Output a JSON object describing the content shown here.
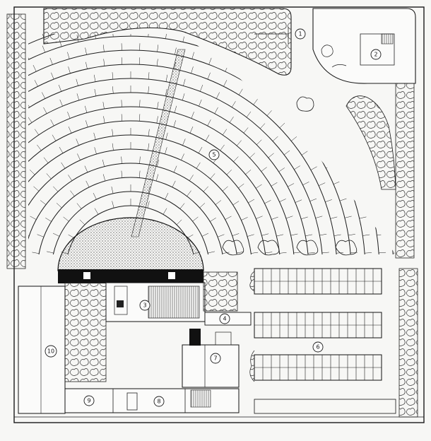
{
  "plan": {
    "labels": [
      "1",
      "2",
      "3",
      "4",
      "5",
      "6",
      "7",
      "8",
      "9",
      "10"
    ]
  }
}
